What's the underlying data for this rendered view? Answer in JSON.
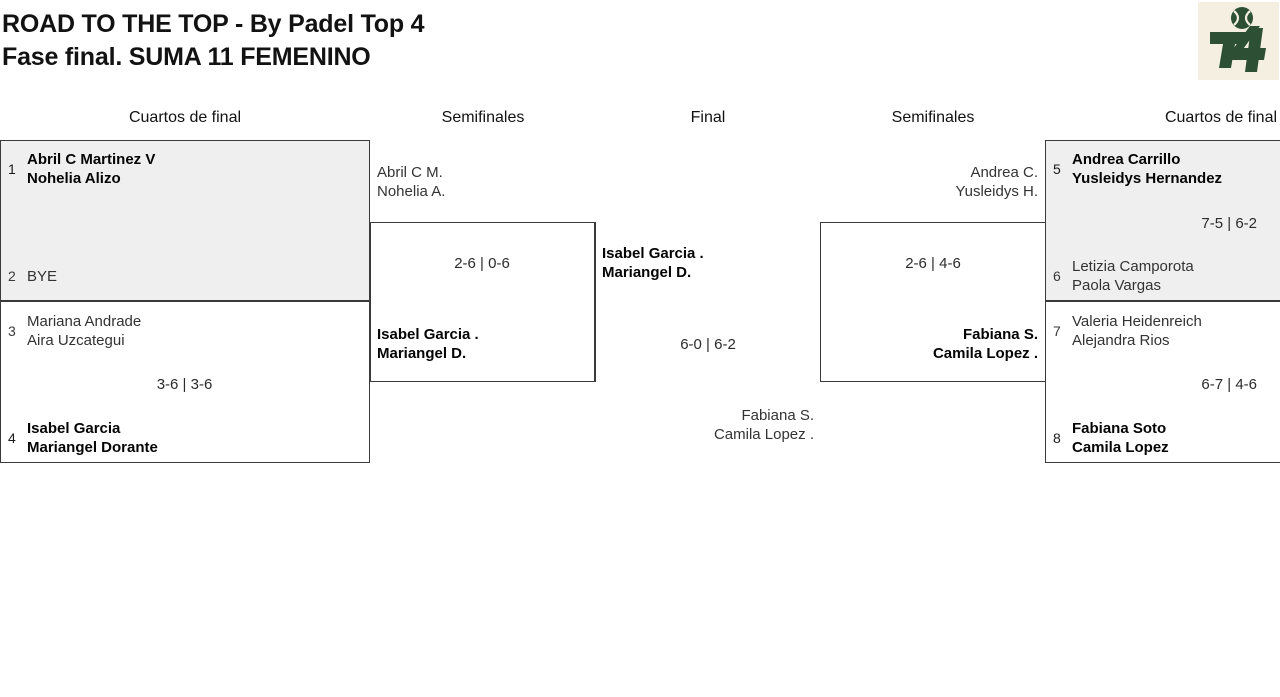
{
  "header": {
    "title_line1": "ROAD TO THE TOP - By Padel Top 4",
    "title_line2": "Fase final. SUMA 11 FEMENINO",
    "logo": {
      "name": "padel-top-4-logo",
      "text": "T4",
      "bg_color": "#f4efe0",
      "fg_color": "#2d5035"
    }
  },
  "colors": {
    "shaded_row": "#efefef",
    "border": "#3a3a3a",
    "text": "#111111",
    "background": "#ffffff"
  },
  "round_headers": [
    {
      "label": "Cuartos de final"
    },
    {
      "label": "Semifinales"
    },
    {
      "label": "Final"
    },
    {
      "label": "Semifinales"
    },
    {
      "label": "Cuartos de final"
    }
  ],
  "bracket": {
    "left": {
      "quarterfinals": [
        {
          "shaded": true,
          "top": {
            "seed": "1",
            "player1": "Abril C Martinez V",
            "player2": "Nohelia Alizo",
            "winner": true
          },
          "bottom": {
            "seed": "2",
            "player1": "BYE",
            "player2": "",
            "winner": false,
            "is_bye": true
          },
          "score": ""
        },
        {
          "shaded": false,
          "top": {
            "seed": "3",
            "player1": "Mariana Andrade",
            "player2": "Aira Uzcategui",
            "winner": false
          },
          "bottom": {
            "seed": "4",
            "player1": "Isabel Garcia",
            "player2": "Mariangel Dorante",
            "winner": true
          },
          "score": "3-6 | 3-6"
        }
      ],
      "semifinal": {
        "top": {
          "player1": "Abril C M.",
          "player2": "Nohelia A.",
          "winner": false
        },
        "bottom": {
          "player1": "Isabel Garcia .",
          "player2": "Mariangel D.",
          "winner": true
        },
        "score": "2-6 | 0-6"
      }
    },
    "final": {
      "top": {
        "player1": "Isabel Garcia .",
        "player2": "Mariangel D.",
        "winner": true
      },
      "bottom": {
        "player1": "Fabiana S.",
        "player2": "Camila Lopez .",
        "winner": false
      },
      "score": "6-0 | 6-2"
    },
    "right": {
      "semifinal": {
        "top": {
          "player1": "Andrea C.",
          "player2": "Yusleidys H.",
          "winner": false
        },
        "bottom": {
          "player1": "Fabiana S.",
          "player2": "Camila Lopez .",
          "winner": true
        },
        "score": "2-6 | 4-6"
      },
      "quarterfinals": [
        {
          "shaded": true,
          "top": {
            "seed": "5",
            "player1": "Andrea Carrillo",
            "player2": "Yusleidys Hernandez",
            "winner": true
          },
          "bottom": {
            "seed": "6",
            "player1": "Letizia Camporota",
            "player2": "Paola Vargas",
            "winner": false
          },
          "score": "7-5 | 6-2"
        },
        {
          "shaded": false,
          "top": {
            "seed": "7",
            "player1": "Valeria Heidenreich",
            "player2": "Alejandra Rios",
            "winner": false
          },
          "bottom": {
            "seed": "8",
            "player1": "Fabiana Soto",
            "player2": "Camila Lopez",
            "winner": true
          },
          "score": "6-7 | 4-6"
        }
      ]
    }
  }
}
